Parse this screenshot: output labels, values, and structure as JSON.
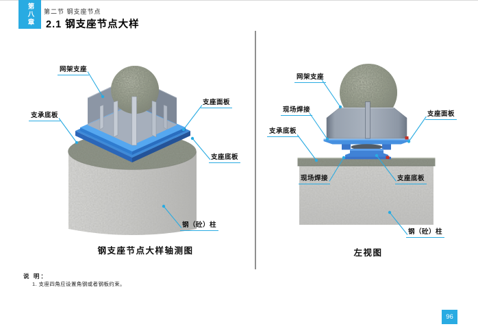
{
  "colors": {
    "accent": "#29ABE2",
    "render_blue": "#4690E0",
    "concrete": "#C9C9C7",
    "steel_gray": "#A8B1BD"
  },
  "header": {
    "chapter_tab": "第八章",
    "section": "第二节 钢支座节点",
    "title": "2.1 钢支座节点大样"
  },
  "figures": {
    "left": {
      "caption": "钢支座节点大样轴测图",
      "labels": {
        "grid_support": "网架支座",
        "face_plate": "支座面板",
        "support_base_plate": "支承底板",
        "bearing_base_plate": "支座底板",
        "column": "钢（砼）柱"
      }
    },
    "right": {
      "caption": "左视图",
      "labels": {
        "grid_support": "网架支座",
        "site_weld_top": "现场焊接",
        "face_plate": "支座面板",
        "support_base_plate": "支承底板",
        "site_weld_bottom": "现场焊接",
        "bearing_base_plate": "支座底板",
        "column": "钢（砼）柱"
      }
    }
  },
  "notes": {
    "title": "说 明：",
    "items": [
      "1. 支座四角应设置角钢或者钢板约束。"
    ]
  },
  "footer": {
    "page_number": "96"
  }
}
